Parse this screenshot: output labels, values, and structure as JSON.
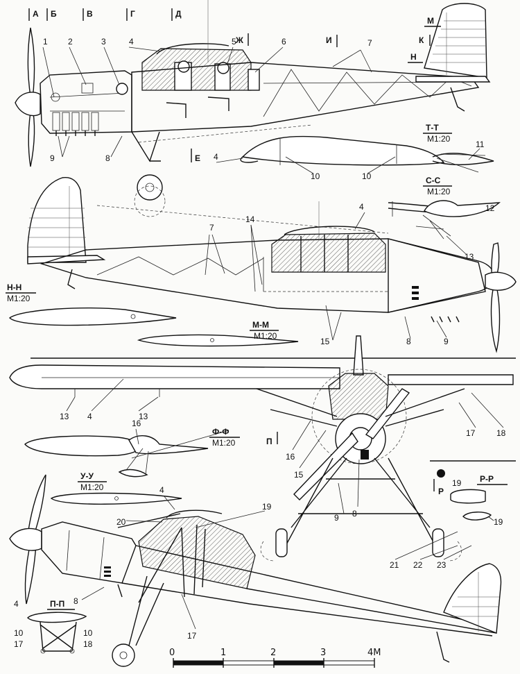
{
  "stations": [
    "А",
    "Б",
    "В",
    "Г",
    "Д",
    "Е",
    "Ж",
    "И",
    "К",
    "М",
    "Н",
    "П",
    "Р"
  ],
  "callouts": [
    "1",
    "2",
    "3",
    "4",
    "5",
    "6",
    "7",
    "8",
    "9",
    "10",
    "11",
    "12",
    "13",
    "14",
    "15",
    "16",
    "17",
    "18",
    "19",
    "20",
    "21",
    "22",
    "23"
  ],
  "sections": {
    "tt": {
      "name": "Т-Т",
      "scale": "М1:20"
    },
    "cc": {
      "name": "С-С",
      "scale": "М1:20"
    },
    "nn": {
      "name": "Н-Н",
      "scale": "М1:20"
    },
    "mm": {
      "name": "М-М",
      "scale": "М1:20"
    },
    "ff": {
      "name": "Ф-Ф",
      "scale": "М1:20"
    },
    "uu": {
      "name": "У-У",
      "scale": "М1:20"
    },
    "rr": {
      "name": "Р-Р"
    },
    "pp": {
      "name": "П-П"
    }
  },
  "scale_bar": {
    "ticks": [
      "0",
      "1",
      "2",
      "3",
      "4М"
    ]
  }
}
